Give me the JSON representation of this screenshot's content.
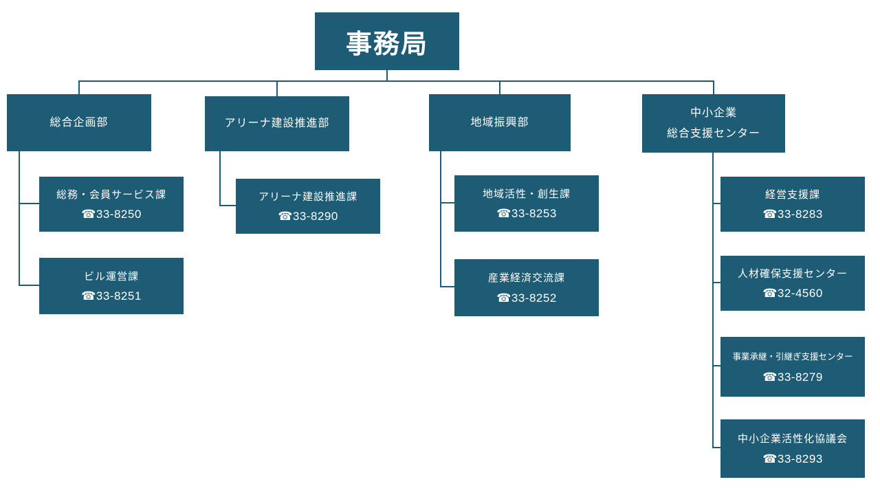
{
  "colors": {
    "node_bg": "#1E5B74",
    "node_text": "#FFFFFF",
    "connector": "#1E5B74",
    "background": "#FFFFFF"
  },
  "root": {
    "label": "事務局"
  },
  "departments": [
    {
      "label": "総合企画部",
      "children": [
        {
          "name": "総務・会員サービス課",
          "phone": "☎33-8250"
        },
        {
          "name": "ビル運営課",
          "phone": "☎33-8251"
        }
      ]
    },
    {
      "label": "アリーナ建設推進部",
      "children": [
        {
          "name": "アリーナ建設推進課",
          "phone": "☎33-8290"
        }
      ]
    },
    {
      "label": "地域振興部",
      "children": [
        {
          "name": "地域活性・創生課",
          "phone": "☎33-8253"
        },
        {
          "name": "産業経済交流課",
          "phone": "☎33-8252"
        }
      ]
    },
    {
      "label_line1": "中小企業",
      "label_line2": "総合支援センター",
      "children": [
        {
          "name": "経営支援課",
          "phone": "☎33-8283"
        },
        {
          "name": "人材確保支援センター",
          "phone": "☎32-4560"
        },
        {
          "name": "事業承継・引継ぎ支援センター",
          "phone": "☎33-8279"
        },
        {
          "name": "中小企業活性化協議会",
          "phone": "☎33-8293"
        }
      ]
    }
  ]
}
